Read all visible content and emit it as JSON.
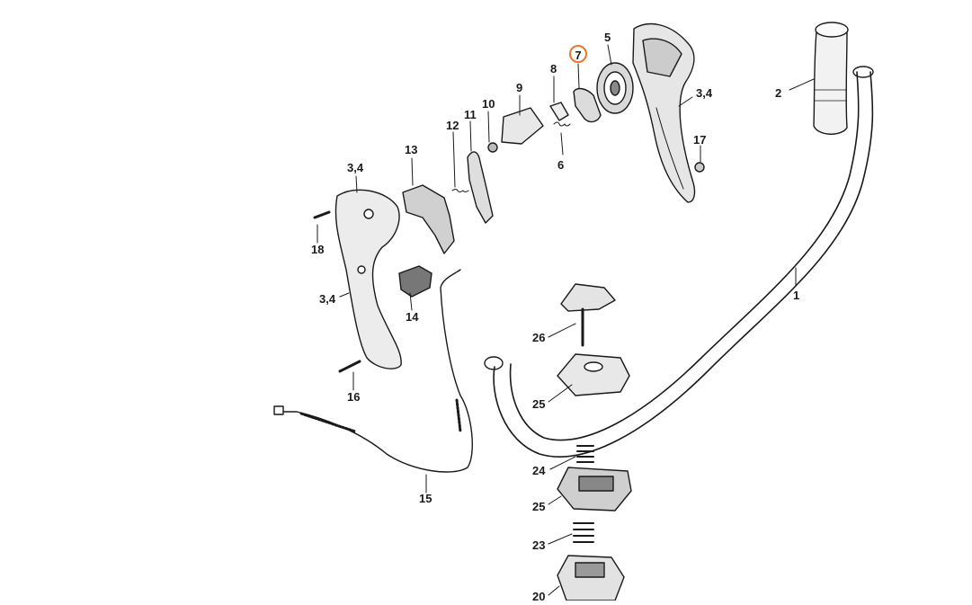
{
  "diagram": {
    "highlight_color": "#e8782a",
    "line_color": "#1a1a1a",
    "parts": {
      "p1": "1",
      "p2": "2",
      "p34a": "3,4",
      "p34b": "3,4",
      "p34c": "3,4",
      "p5": "5",
      "p6": "6",
      "p7": "7",
      "p8": "8",
      "p9": "9",
      "p10": "10",
      "p11": "11",
      "p12": "12",
      "p13": "13",
      "p14": "14",
      "p15": "15",
      "p16": "16",
      "p17": "17",
      "p18": "18",
      "p20": "20",
      "p23": "23",
      "p24": "24",
      "p25a": "25",
      "p25b": "25",
      "p26": "26"
    }
  }
}
